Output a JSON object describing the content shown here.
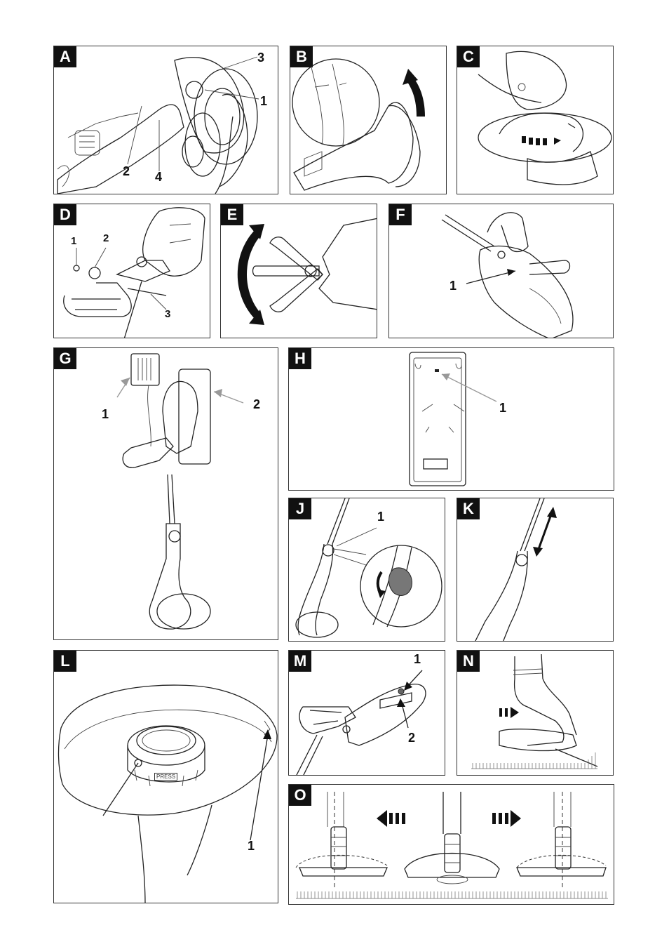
{
  "panels": {
    "A": {
      "tag": "A",
      "callouts": [
        "3",
        "1",
        "2",
        "4"
      ]
    },
    "B": {
      "tag": "B"
    },
    "C": {
      "tag": "C"
    },
    "D": {
      "tag": "D",
      "callouts": [
        "1",
        "2",
        "3"
      ]
    },
    "E": {
      "tag": "E"
    },
    "F": {
      "tag": "F",
      "callouts": [
        "1"
      ]
    },
    "G": {
      "tag": "G",
      "callouts": [
        "1",
        "2"
      ]
    },
    "H": {
      "tag": "H",
      "callouts": [
        "1"
      ]
    },
    "J": {
      "tag": "J",
      "callouts": [
        "1"
      ]
    },
    "K": {
      "tag": "K"
    },
    "L": {
      "tag": "L",
      "callouts": [
        "1"
      ],
      "press_label": "PRESS"
    },
    "M": {
      "tag": "M",
      "callouts": [
        "1",
        "2"
      ]
    },
    "N": {
      "tag": "N"
    },
    "O": {
      "tag": "O"
    }
  },
  "colors": {
    "frame": "#333333",
    "tag_bg": "#111111",
    "tag_text": "#ffffff",
    "line": "#222222"
  }
}
